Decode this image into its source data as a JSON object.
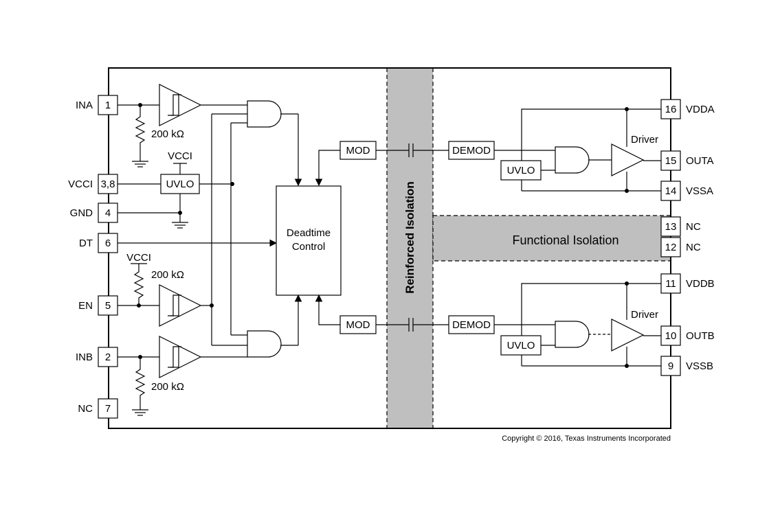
{
  "pins_left": {
    "ina": {
      "name": "INA",
      "num": "1"
    },
    "vcci": {
      "name": "VCCI",
      "num": "3,8"
    },
    "gnd": {
      "name": "GND",
      "num": "4"
    },
    "dt": {
      "name": "DT",
      "num": "6"
    },
    "en": {
      "name": "EN",
      "num": "5"
    },
    "inb": {
      "name": "INB",
      "num": "2"
    },
    "nc": {
      "name": "NC",
      "num": "7"
    }
  },
  "pins_right": {
    "vdda": {
      "name": "VDDA",
      "num": "16"
    },
    "outa": {
      "name": "OUTA",
      "num": "15"
    },
    "vssa": {
      "name": "VSSA",
      "num": "14"
    },
    "nc13": {
      "name": "NC",
      "num": "13"
    },
    "nc12": {
      "name": "NC",
      "num": "12"
    },
    "vddb": {
      "name": "VDDB",
      "num": "11"
    },
    "outb": {
      "name": "OUTB",
      "num": "10"
    },
    "vssb": {
      "name": "VSSB",
      "num": "9"
    }
  },
  "labels": {
    "res_top": "200 kΩ",
    "res_en": "200 kΩ",
    "res_bot": "200 kΩ",
    "vcci_uvlo": "VCCI",
    "vcci_en": "VCCI",
    "uvlo_in": "UVLO",
    "deadtime_line1": "Deadtime",
    "deadtime_line2": "Control",
    "mod_a": "MOD",
    "mod_b": "MOD",
    "demod_a": "DEMOD",
    "demod_b": "DEMOD",
    "uvlo_a": "UVLO",
    "uvlo_b": "UVLO",
    "driver_a": "Driver",
    "driver_b": "Driver",
    "reinforced": "Reinforced Isolation",
    "functional": "Functional Isolation",
    "copyright": "Copyright © 2016, Texas Instruments Incorporated"
  }
}
